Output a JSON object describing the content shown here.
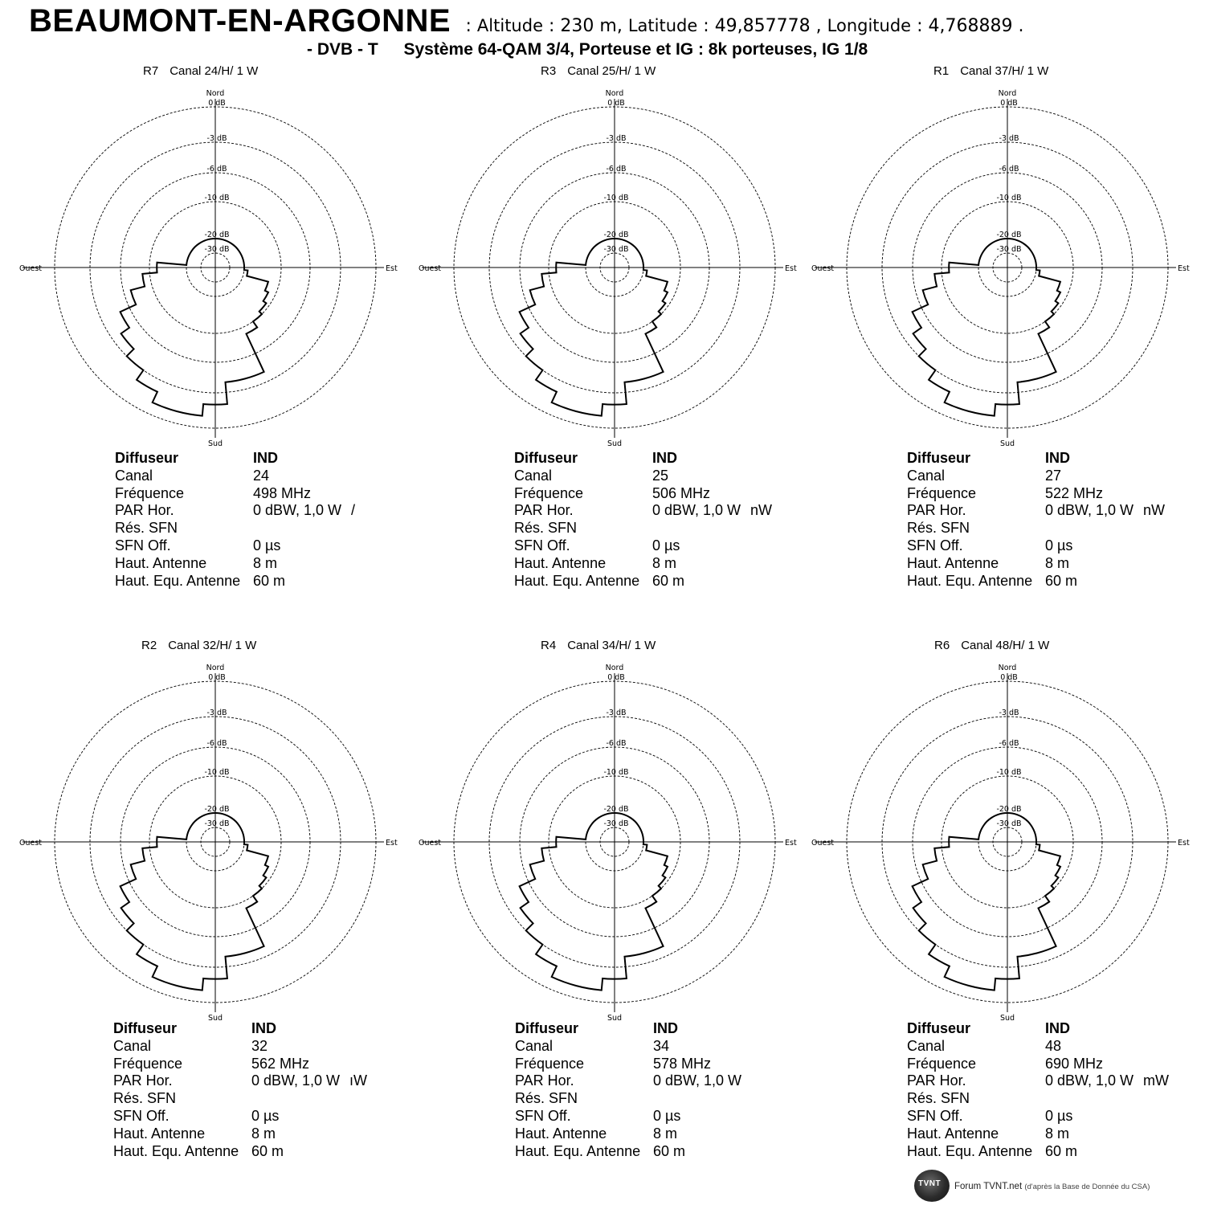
{
  "header": {
    "place": "BEAUMONT-EN-ARGONNE",
    "sep1": ":",
    "alt_key": "Altitude",
    "sep2": ":",
    "alt_val": "230 m,",
    "lat_key": "Latitude",
    "sep3": ":",
    "lat_val": "49,857778 ,",
    "lon_key": "Longitude",
    "sep4": ":",
    "lon_val": "4,768889 .",
    "dvb": "- DVB - T",
    "system": "Système 64-QAM 3/4,  Porteuse et IG : 8k porteuses, IG 1/8"
  },
  "polar_labels": {
    "north": "Nord",
    "south": "Sud",
    "east": "Est",
    "west": "Ouest",
    "rings": [
      "0 dB",
      "-3 dB",
      "-6 dB",
      "-10 dB",
      "-20 dB",
      "-30 dB"
    ]
  },
  "info_labels": {
    "diffuseur": "Diffuseur",
    "canal": "Canal",
    "frequence": "Fréquence",
    "par": "PAR Hor.",
    "res_sfn": "Rés. SFN",
    "sfn_off": "SFN Off.",
    "haut": "Haut. Antenne",
    "haut_equ": "Haut. Equ. Antenne"
  },
  "panels": [
    {
      "id": "R7",
      "title": "Canal 24/H/ 1  W",
      "diffuseur": "IND",
      "canal": "24",
      "frequence": "498 MHz",
      "par": "0 dBW, 1,0 W",
      "par_extra": "/",
      "res_sfn": "",
      "sfn_off": "0 µs",
      "haut": "8 m",
      "haut_equ": "60 m"
    },
    {
      "id": "R3",
      "title": "Canal 25/H/ 1  W",
      "diffuseur": "IND",
      "canal": "25",
      "frequence": "506 MHz",
      "par": "0 dBW, 1,0 W",
      "par_extra": "nW",
      "res_sfn": "",
      "sfn_off": "0 µs",
      "haut": "8 m",
      "haut_equ": "60 m"
    },
    {
      "id": "R1",
      "title": "Canal 37/H/ 1  W",
      "diffuseur": "IND",
      "canal": "27",
      "frequence": "522 MHz",
      "par": "0 dBW, 1,0 W",
      "par_extra": "nW",
      "res_sfn": "",
      "sfn_off": "0 µs",
      "haut": "8 m",
      "haut_equ": "60 m"
    },
    {
      "id": "R2",
      "title": "Canal 32/H/ 1  W",
      "diffuseur": "IND",
      "canal": "32",
      "frequence": "562 MHz",
      "par": "0 dBW, 1,0 W",
      "par_extra": "ıW",
      "res_sfn": "",
      "sfn_off": "0 µs",
      "haut": "8 m",
      "haut_equ": "60 m"
    },
    {
      "id": "R4",
      "title": "Canal 34/H/ 1  W",
      "diffuseur": "IND",
      "canal": "34",
      "frequence": "578 MHz",
      "par": "0 dBW, 1,0 W",
      "par_extra": "",
      "res_sfn": "",
      "sfn_off": "0 µs",
      "haut": "8 m",
      "haut_equ": "60 m"
    },
    {
      "id": "R6",
      "title": "Canal 48/H/ 1  W",
      "diffuseur": "IND",
      "canal": "48",
      "frequence": "690 MHz",
      "par": "0 dBW, 1,0 W",
      "par_extra": "mW",
      "res_sfn": "",
      "sfn_off": "0 µs",
      "haut": "8 m",
      "haut_equ": "60 m"
    }
  ],
  "chart_data": {
    "type": "polar",
    "angle_unit": "degrees clockwise from north",
    "r_unit": "dB attenuation",
    "ring_levels": [
      0,
      -3,
      -6,
      -10,
      -20,
      -30
    ],
    "series": [
      {
        "name": "R7",
        "angles": [
          0,
          10,
          20,
          30,
          40,
          50,
          60,
          70,
          80,
          90,
          100,
          110,
          120,
          130,
          140,
          150,
          160,
          170,
          180,
          190,
          200,
          210,
          220,
          230,
          240,
          250,
          260,
          270,
          280,
          290,
          300,
          310,
          320,
          330,
          340,
          350
        ],
        "values": [
          -20,
          -20,
          -20,
          -20,
          -20,
          -20,
          -20,
          -20,
          -20,
          -20,
          -19,
          -13,
          -12,
          -11,
          -10,
          -9,
          -4,
          -4,
          -2,
          -1,
          -1,
          -2,
          -3,
          -4,
          -5,
          -7,
          -9,
          -12,
          -20,
          -20,
          -20,
          -20,
          -20,
          -20,
          -20,
          -20
        ]
      },
      {
        "name": "R3",
        "angles": [
          0,
          10,
          20,
          30,
          40,
          50,
          60,
          70,
          80,
          90,
          100,
          110,
          120,
          130,
          140,
          150,
          160,
          170,
          180,
          190,
          200,
          210,
          220,
          230,
          240,
          250,
          260,
          270,
          280,
          290,
          300,
          310,
          320,
          330,
          340,
          350
        ],
        "values": [
          -20,
          -20,
          -20,
          -20,
          -20,
          -20,
          -20,
          -20,
          -20,
          -20,
          -19,
          -13,
          -12,
          -11,
          -10,
          -9,
          -4,
          -4,
          -2,
          -1,
          -1,
          -2,
          -3,
          -4,
          -5,
          -7,
          -9,
          -12,
          -20,
          -20,
          -20,
          -20,
          -20,
          -20,
          -20,
          -20
        ]
      },
      {
        "name": "R1",
        "angles": [
          0,
          10,
          20,
          30,
          40,
          50,
          60,
          70,
          80,
          90,
          100,
          110,
          120,
          130,
          140,
          150,
          160,
          170,
          180,
          190,
          200,
          210,
          220,
          230,
          240,
          250,
          260,
          270,
          280,
          290,
          300,
          310,
          320,
          330,
          340,
          350
        ],
        "values": [
          -20,
          -20,
          -20,
          -20,
          -20,
          -20,
          -20,
          -20,
          -20,
          -20,
          -19,
          -13,
          -12,
          -11,
          -10,
          -9,
          -4,
          -4,
          -2,
          -1,
          -1,
          -2,
          -3,
          -4,
          -5,
          -7,
          -9,
          -12,
          -20,
          -20,
          -20,
          -20,
          -20,
          -20,
          -20,
          -20
        ]
      },
      {
        "name": "R2",
        "angles": [
          0,
          10,
          20,
          30,
          40,
          50,
          60,
          70,
          80,
          90,
          100,
          110,
          120,
          130,
          140,
          150,
          160,
          170,
          180,
          190,
          200,
          210,
          220,
          230,
          240,
          250,
          260,
          270,
          280,
          290,
          300,
          310,
          320,
          330,
          340,
          350
        ],
        "values": [
          -20,
          -20,
          -20,
          -20,
          -20,
          -20,
          -20,
          -20,
          -20,
          -20,
          -19,
          -13,
          -12,
          -11,
          -10,
          -9,
          -4,
          -4,
          -2,
          -1,
          -1,
          -2,
          -3,
          -4,
          -5,
          -7,
          -9,
          -12,
          -20,
          -20,
          -20,
          -20,
          -20,
          -20,
          -20,
          -20
        ]
      },
      {
        "name": "R4",
        "angles": [
          0,
          10,
          20,
          30,
          40,
          50,
          60,
          70,
          80,
          90,
          100,
          110,
          120,
          130,
          140,
          150,
          160,
          170,
          180,
          190,
          200,
          210,
          220,
          230,
          240,
          250,
          260,
          270,
          280,
          290,
          300,
          310,
          320,
          330,
          340,
          350
        ],
        "values": [
          -20,
          -20,
          -20,
          -20,
          -20,
          -20,
          -20,
          -20,
          -20,
          -20,
          -19,
          -13,
          -12,
          -11,
          -10,
          -9,
          -4,
          -4,
          -2,
          -1,
          -1,
          -2,
          -3,
          -4,
          -5,
          -7,
          -9,
          -12,
          -20,
          -20,
          -20,
          -20,
          -20,
          -20,
          -20,
          -20
        ]
      },
      {
        "name": "R6",
        "angles": [
          0,
          10,
          20,
          30,
          40,
          50,
          60,
          70,
          80,
          90,
          100,
          110,
          120,
          130,
          140,
          150,
          160,
          170,
          180,
          190,
          200,
          210,
          220,
          230,
          240,
          250,
          260,
          270,
          280,
          290,
          300,
          310,
          320,
          330,
          340,
          350
        ],
        "values": [
          -20,
          -20,
          -20,
          -20,
          -20,
          -20,
          -20,
          -20,
          -20,
          -20,
          -19,
          -13,
          -12,
          -11,
          -10,
          -9,
          -4,
          -4,
          -2,
          -1,
          -1,
          -2,
          -3,
          -4,
          -5,
          -7,
          -9,
          -12,
          -20,
          -20,
          -20,
          -20,
          -20,
          -20,
          -20,
          -20
        ]
      }
    ]
  },
  "footer": {
    "logo_text": "TVNT",
    "credit": "Forum TVNT.net",
    "credit_note": "(d'après la Base de Donnée du CSA)"
  }
}
